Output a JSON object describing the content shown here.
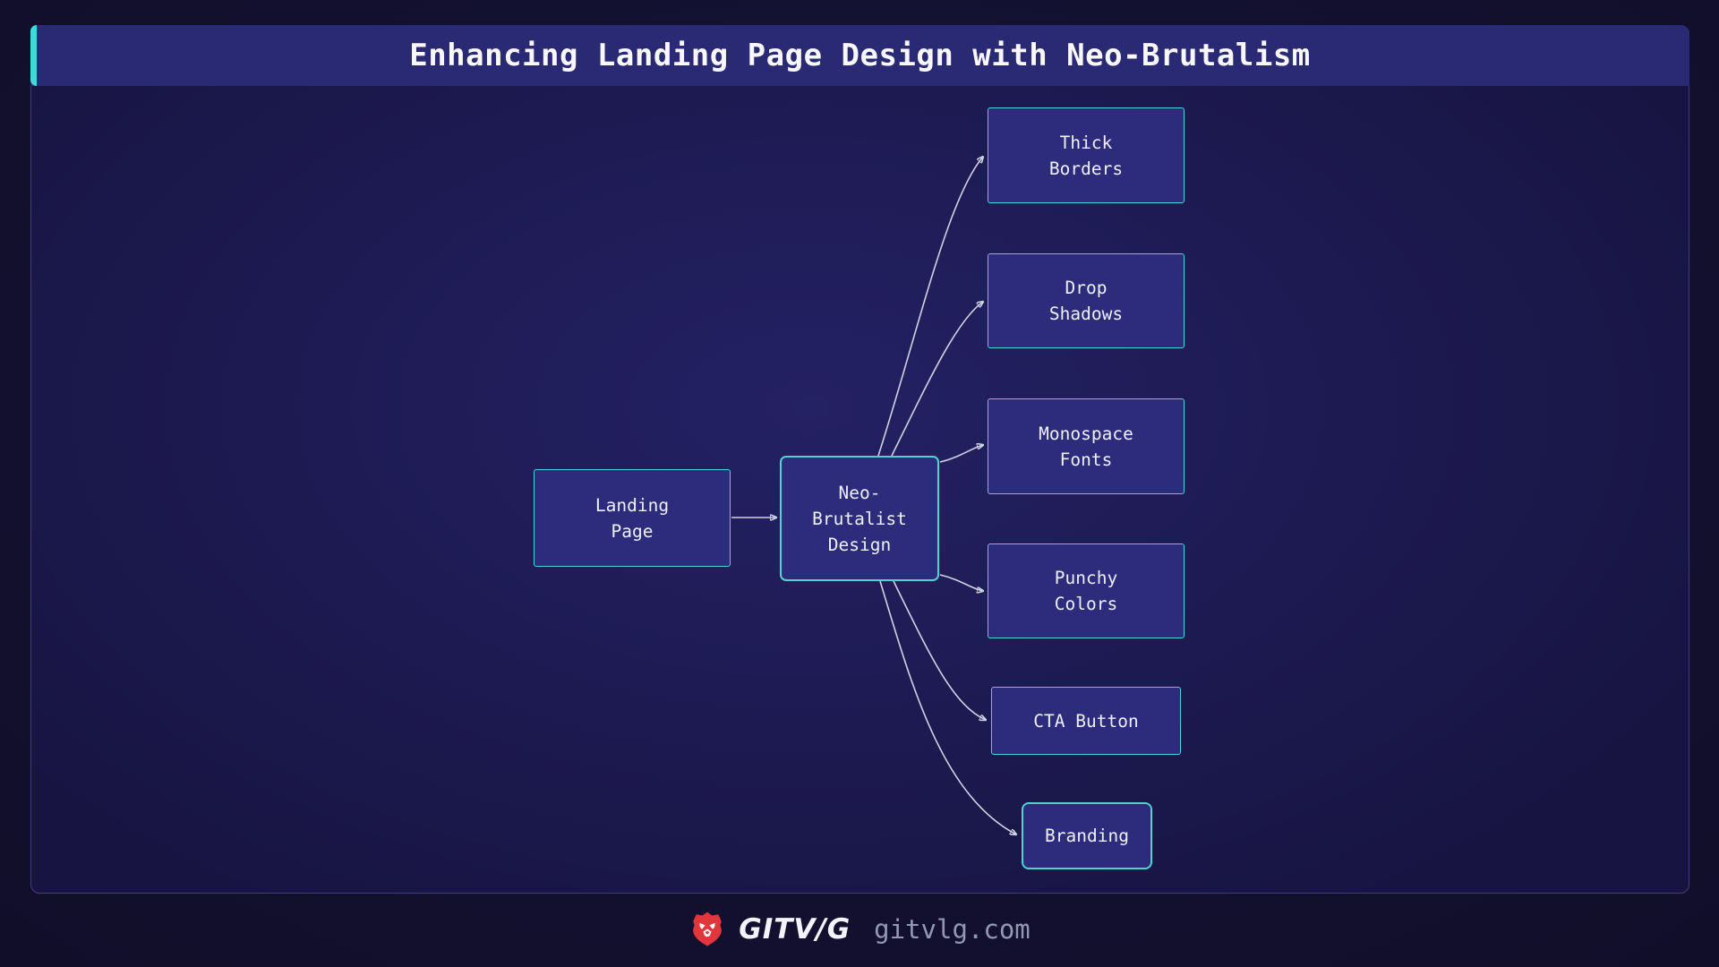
{
  "title": "Enhancing Landing Page Design with Neo-Brutalism",
  "diagram": {
    "root": {
      "label": "Landing\nPage"
    },
    "hub": {
      "label": "Neo-\nBrutalist\nDesign"
    },
    "children": [
      {
        "label": "Thick\nBorders"
      },
      {
        "label": "Drop\nShadows"
      },
      {
        "label": "Monospace\nFonts"
      },
      {
        "label": "Punchy\nColors"
      },
      {
        "label": "CTA Button"
      },
      {
        "label": "Branding"
      }
    ]
  },
  "footer": {
    "brand": "GITV/G",
    "domain": "gitvlg.com",
    "logo_icon": "lion-icon"
  },
  "colors": {
    "accent_teal": "#3fd9d9",
    "node_border": "#4ed2d2",
    "node_fill": "#2d2b7c",
    "titlebar_bg": "#2a2a74",
    "panel_bg": "#1d1a52",
    "outer_bg": "#131130",
    "connector": "#d2d2e2",
    "brand_red": "#e0363c",
    "domain_text": "#9298b2"
  }
}
